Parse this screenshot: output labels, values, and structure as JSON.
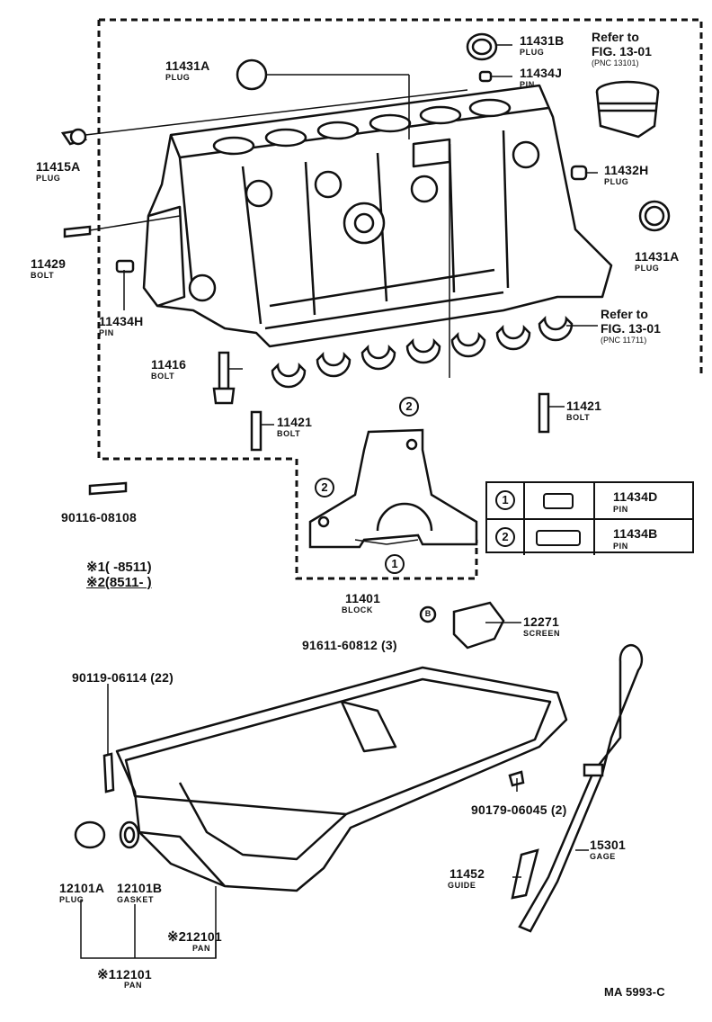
{
  "diagram_code": "MA 5993-C",
  "parts": {
    "p11431b": {
      "pn": "11431B",
      "name": "PLUG"
    },
    "p11434j": {
      "pn": "11434J",
      "name": "PIN"
    },
    "p11431a_top": {
      "pn": "11431A",
      "name": "PLUG"
    },
    "p11415a": {
      "pn": "11415A",
      "name": "PLUG"
    },
    "p11432h": {
      "pn": "11432H",
      "name": "PLUG"
    },
    "p11431a_right": {
      "pn": "11431A",
      "name": "PLUG"
    },
    "p11429": {
      "pn": "11429",
      "name": "BOLT"
    },
    "p11434h": {
      "pn": "11434H",
      "name": "PIN"
    },
    "p11416": {
      "pn": "11416",
      "name": "BOLT"
    },
    "p11421_left": {
      "pn": "11421",
      "name": "BOLT"
    },
    "p11421_right": {
      "pn": "11421",
      "name": "BOLT"
    },
    "p90116": {
      "pn": "90116-08108"
    },
    "p11401": {
      "pn": "11401",
      "name": "BLOCK"
    },
    "p91611": {
      "pn": "91611-60812 (3)"
    },
    "p12271": {
      "pn": "12271",
      "name": "SCREEN"
    },
    "p90119": {
      "pn": "90119-06114 (22)"
    },
    "p90179": {
      "pn": "90179-06045 (2)"
    },
    "p15301": {
      "pn": "15301",
      "name": "GAGE"
    },
    "p11452": {
      "pn": "11452",
      "name": "GUIDE"
    },
    "p12101a": {
      "pn": "12101A",
      "name": "PLUG"
    },
    "p12101b": {
      "pn": "12101B",
      "name": "GASKET"
    },
    "p12101_2": {
      "pn": "12101",
      "name": "PAN"
    },
    "p12101_1": {
      "pn": "12101",
      "name": "PAN"
    }
  },
  "refs": {
    "top": {
      "line1": "Refer to",
      "line2": "FIG. 13-01",
      "line3": "(PNC 13101)"
    },
    "mid": {
      "line1": "Refer to",
      "line2": "FIG. 13-01",
      "line3": "(PNC 11711)"
    }
  },
  "notes": {
    "n1": {
      "mark": "※1",
      "range": "(       -8511)"
    },
    "n2": {
      "mark": "※2",
      "range": "(8511-        )"
    },
    "pan2_mark": "※2",
    "pan1_mark": "※1"
  },
  "legend": [
    {
      "num": "1",
      "pn": "11434D",
      "name": "PIN"
    },
    {
      "num": "2",
      "pn": "11434B",
      "name": "PIN"
    }
  ],
  "callouts": {
    "c1": "1",
    "c2": "2",
    "screen_mark": "B"
  }
}
